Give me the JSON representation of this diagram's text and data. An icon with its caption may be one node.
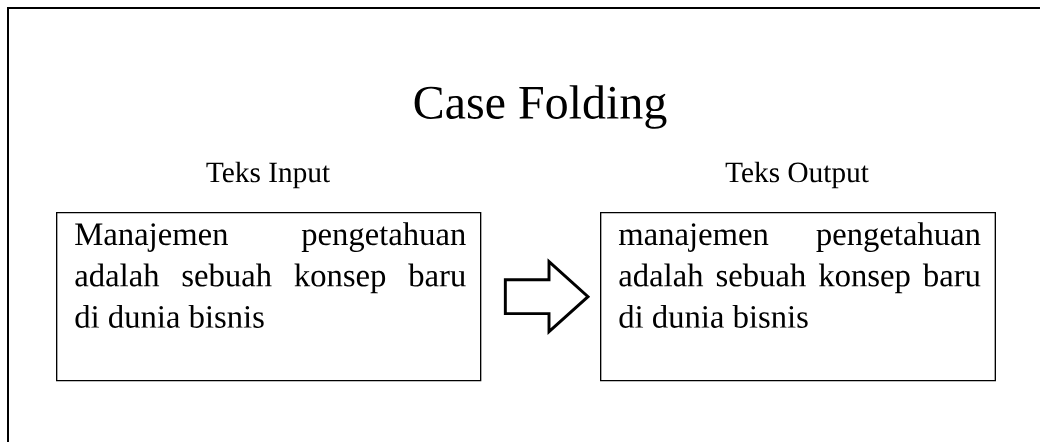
{
  "diagram": {
    "title": "Case Folding",
    "nodes": [
      {
        "text": [
          "Teks Input",
          "Manajemen pengetahuan adalah sebuah konsep baru di dunia bisnis"
        ]
      },
      {
        "text": [
          "Teks Output",
          "manajemen pengetahuan adalah sebuah konsep baru di dunia bisnis"
        ]
      }
    ],
    "edges": [
      {
        "from": 0,
        "to": 1,
        "arrow": "to"
      }
    ]
  }
}
